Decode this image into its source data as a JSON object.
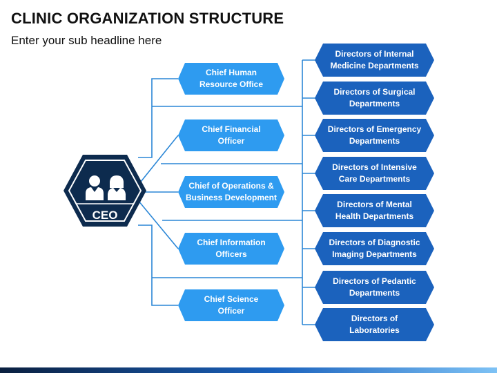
{
  "title": "CLINIC ORGANIZATION STRUCTURE",
  "subtitle": "Enter your sub headline here",
  "ceo": {
    "label": "CEO",
    "icon": "people-icon"
  },
  "chiefs": [
    {
      "label": "Chief Human\nResource Office"
    },
    {
      "label": "Chief Financial\nOfficer"
    },
    {
      "label": "Chief of Operations &\nBusiness Development"
    },
    {
      "label": "Chief Information\nOfficers"
    },
    {
      "label": "Chief Science\nOfficer"
    }
  ],
  "directors": [
    {
      "label": "Directors of Internal\nMedicine Departments"
    },
    {
      "label": "Directors of Surgical\nDepartments"
    },
    {
      "label": "Directors of Emergency\nDepartments"
    },
    {
      "label": "Directors of Intensive\nCare Departments"
    },
    {
      "label": "Directors of Mental\nHealth Departments"
    },
    {
      "label": "Directors of Diagnostic\nImaging Departments"
    },
    {
      "label": "Directors of Pedantic\nDepartments"
    },
    {
      "label": "Directors of\nLaboratories"
    }
  ],
  "colors": {
    "chief_fill": "#2e9bf0",
    "director_fill": "#1b62bd",
    "ceo_fill": "#0d2b4e",
    "line": "#2a86d6"
  }
}
